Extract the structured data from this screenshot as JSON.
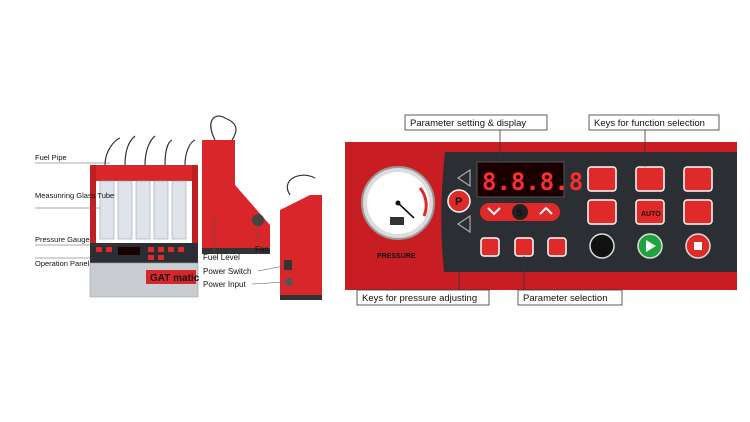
{
  "left_labels": {
    "fuel_pipe": "Fuel Pipe",
    "measuring_tube": "Measunring Glass Tube",
    "pressure_gauge": "Pressure Gauge",
    "operation_panel": "Operation Panel",
    "fuel_level": "Fuel Level",
    "fan": "Fan",
    "power_switch": "Power Switch",
    "power_input": "Power Input"
  },
  "brand": {
    "logo": "GAT matic"
  },
  "panel": {
    "display_value": "8.8.8.8",
    "gauge_label": "PRESSURE",
    "function_keys": [
      "AUTO"
    ],
    "keys": [
      "P",
      "S"
    ]
  },
  "callouts": {
    "parameter_display": "Parameter setting & display",
    "function_selection": "Keys for function selection",
    "pressure_adjusting": "Keys for pressure adjusting",
    "parameter_selection": "Parameter selection"
  },
  "colors": {
    "red": "#d8262b",
    "panel_dark": "#2b2e33",
    "panel_red": "#c81e23"
  }
}
